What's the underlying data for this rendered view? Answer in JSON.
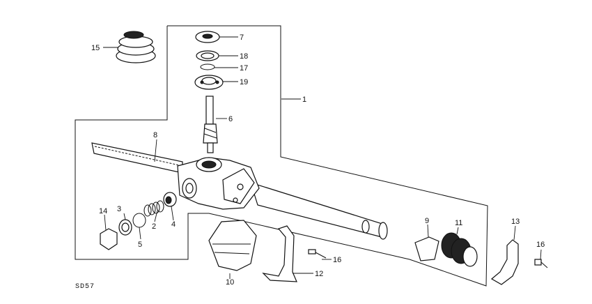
{
  "diagram": {
    "code": "SD57",
    "callouts": {
      "c1": "1",
      "c2": "2",
      "c3": "3",
      "c4": "4",
      "c5": "5",
      "c6": "6",
      "c7": "7",
      "c8": "8",
      "c9": "9",
      "c10": "10",
      "c11": "11",
      "c12": "12",
      "c13": "13",
      "c14": "14",
      "c15": "15",
      "c16a": "16",
      "c16b": "16",
      "c17": "17",
      "c18": "18",
      "c19": "19"
    }
  }
}
